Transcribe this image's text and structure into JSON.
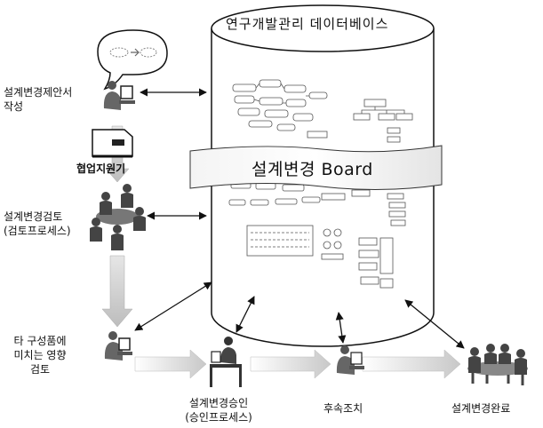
{
  "database": {
    "title": "연구개발관리 데이터베이스"
  },
  "board": {
    "label": "설계변경 Board"
  },
  "steps": {
    "proposal": "설계변경제안서\n작성",
    "collab": "협업지원기",
    "review": "설계변경검토\n(검토프로세스)",
    "impact": "타 구성품에\n미치는 영향\n검토",
    "approval": "설계변경승인\n(승인프로세스)",
    "followup": "후속조치",
    "complete": "설계변경완료"
  },
  "colors": {
    "ink": "#111111",
    "arrow_fill": "#d6d6d6",
    "cylinder": "#ffffff"
  }
}
